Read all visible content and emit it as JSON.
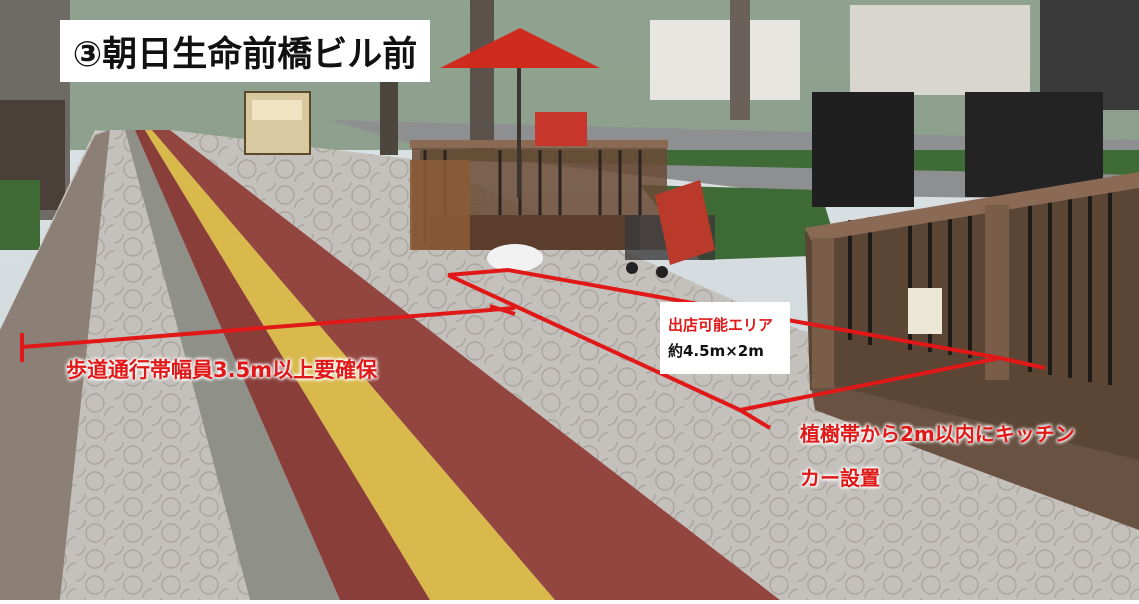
{
  "title": "③朝日生命前橋ビル前",
  "annotations": {
    "sidewalk_note": "歩道通行帯幅員3.5m以上要確保",
    "area_label": "出店可能エリア",
    "area_size": "約4.5m×2m",
    "kitchen_note_line1": "植樹帯から2m以内にキッチン",
    "kitchen_note_line2": "カー設置"
  },
  "colors": {
    "annotation": "#e01818",
    "tactile_paving": "#d9b94c",
    "red_brick": "#8a3e3a",
    "umbrella": "#cf2a1e",
    "deck_wood": "#6b4a36"
  }
}
